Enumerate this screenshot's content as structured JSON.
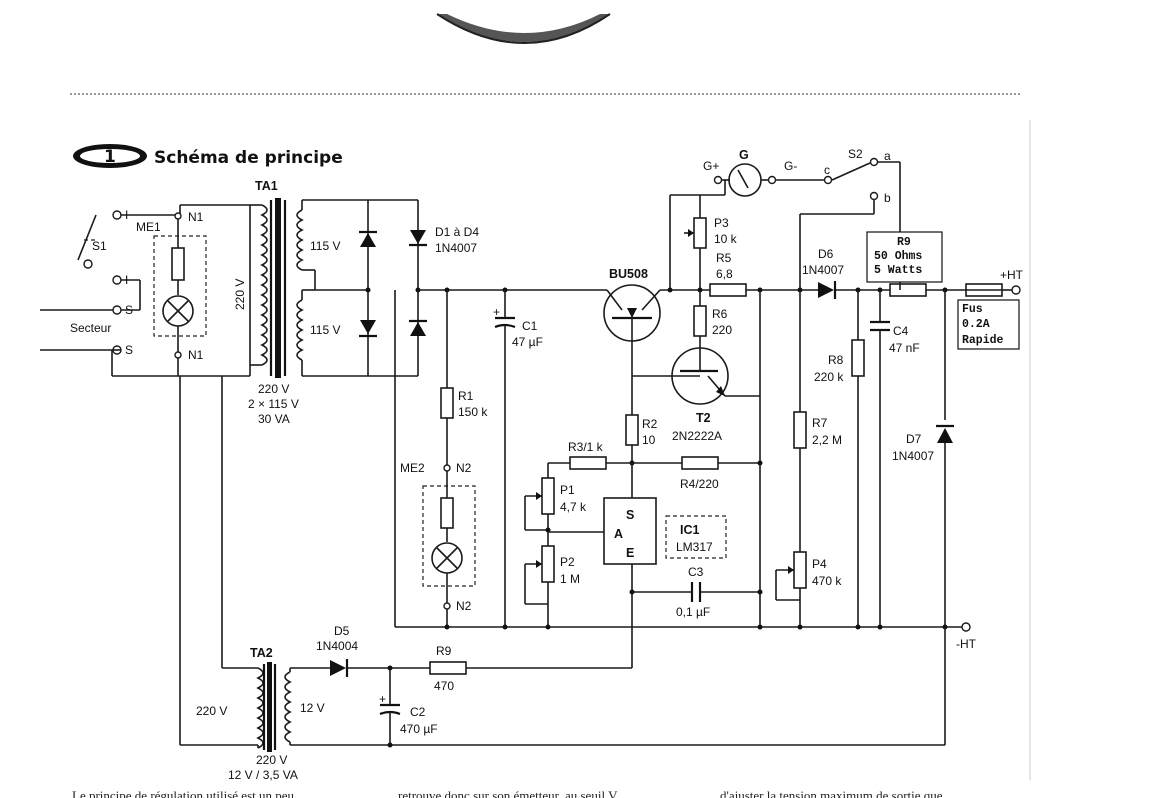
{
  "figure": {
    "number": "1",
    "title": "Schéma de principe"
  },
  "labels": {
    "TA1": "TA1",
    "TA1_p": "220 V",
    "TA1_s1": "115 V",
    "TA1_s2": "115 V",
    "TA1_s_a": "220 V",
    "TA1_s_b": "2 × 115 V",
    "TA1_s_c": "30 VA",
    "ME1": "ME1",
    "N1a": "N1",
    "N1b": "N1",
    "S1": "S1",
    "Ia": "I",
    "Ib": "I",
    "Sa": "S",
    "Sb": "S",
    "secteur": "Secteur",
    "D1D4_a": "D1 à D4",
    "D1D4_b": "1N4007",
    "C1": "C1",
    "C1_v": "47 µF",
    "plus": "+",
    "R1": "R1",
    "R1_v": "150 k",
    "ME2": "ME2",
    "N2a": "N2",
    "N2b": "N2",
    "BU508": "BU508",
    "P3": "P3",
    "P3_v": "10 k",
    "R5": "R5",
    "R5_v": "6,8",
    "R6": "R6",
    "R6_v": "220",
    "T2": "T2",
    "T2_v": "2N2222A",
    "R2": "R2",
    "R2_v": "10",
    "R3": "R3/1 k",
    "R4": "R4/220",
    "P1": "P1",
    "P1_v": "4,7 k",
    "P2": "P2",
    "P2_v": "1 M",
    "IC_S": "S",
    "IC_A": "A",
    "IC_E": "E",
    "IC1": "IC1",
    "IC1_v": "LM317",
    "C3": "C3",
    "C3_v": "0,1 µF",
    "G": "G",
    "Gp": "G+",
    "Gm": "G-",
    "S2": "S2",
    "sa": "a",
    "sb": "b",
    "sc": "c",
    "D6": "D6",
    "D6_v": "1N4007",
    "R9box_a": "R9",
    "R9box_b": "50 Ohms",
    "R9box_c": "5 Watts",
    "HTp": "+HT",
    "HTm": "-HT",
    "Fus_a": "Fus",
    "Fus_b": "0.2A",
    "Fus_c": "Rapide",
    "C4": "C4",
    "C4_v": "47 nF",
    "R8": "R8",
    "R8_v": "220 k",
    "R7": "R7",
    "R7_v": "2,2 M",
    "P4": "P4",
    "P4_v": "470 k",
    "D7": "D7",
    "D7_v": "1N4007",
    "TA2": "TA2",
    "TA2_p": "220 V",
    "TA2_s": "12 V",
    "TA2_a": "220 V",
    "TA2_b": "12 V / 3,5 VA",
    "D5": "D5",
    "D5_v": "1N4004",
    "R9b": "R9",
    "R9b_v": "470",
    "C2": "C2",
    "C2_v": "470 µF"
  },
  "body_text": [
    "Le principe de régulation utilisé est un peu",
    "retrouve donc sur son émetteur, au seuil V",
    "d'ajuster la tension maximum de sortie que"
  ]
}
